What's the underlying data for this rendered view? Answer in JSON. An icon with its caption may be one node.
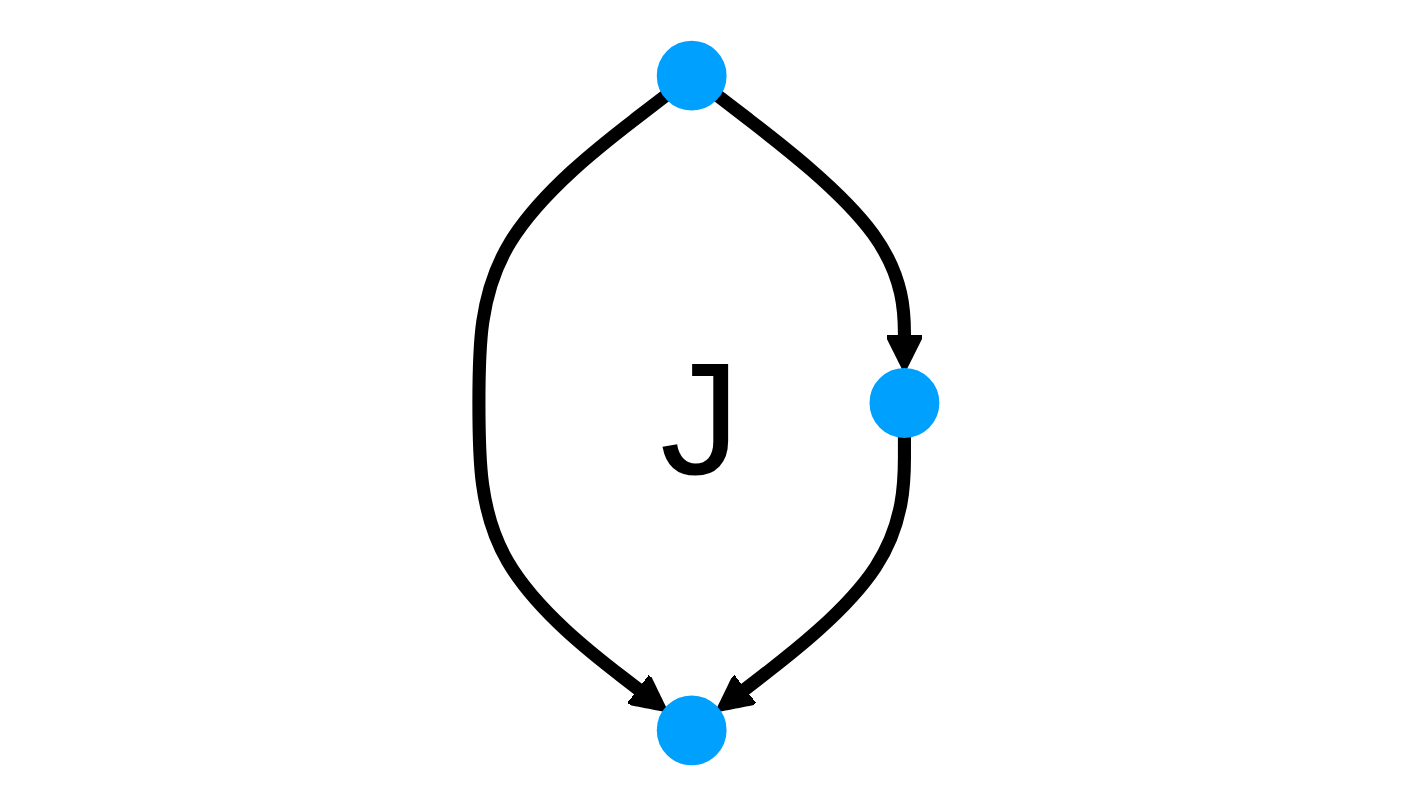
{
  "diagram": {
    "nodes": [
      {
        "text": [],
        "shape": "circle"
      },
      {
        "text": [],
        "shape": "circle"
      },
      {
        "text": [],
        "shape": "circle"
      }
    ],
    "edges": [
      {
        "from": 0,
        "to": 1,
        "arrow": "to"
      },
      {
        "from": 0,
        "to": 2,
        "arrow": "to"
      },
      {
        "from": 1,
        "to": 2,
        "arrow": "to"
      }
    ],
    "labels": [
      "J"
    ]
  }
}
